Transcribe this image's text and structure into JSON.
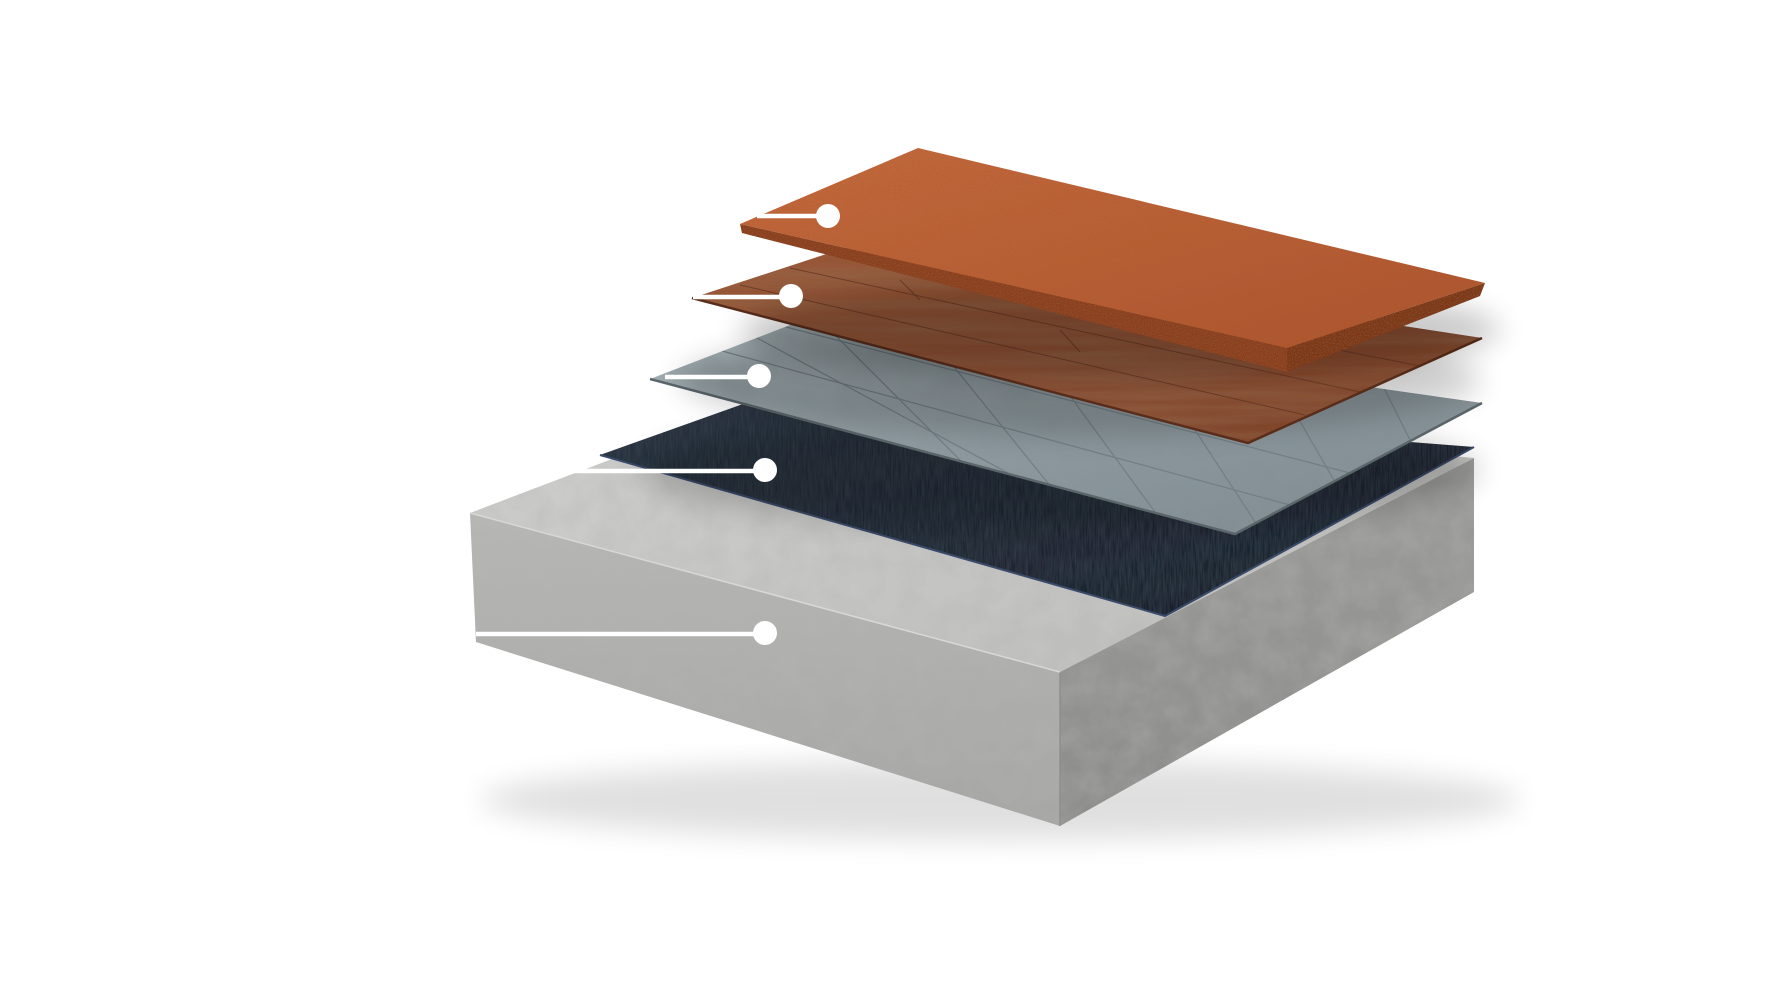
{
  "diagram": {
    "layers": [
      {
        "key": "carpet",
        "material": "carpet",
        "color": "#b5582f"
      },
      {
        "key": "wood",
        "material": "wood-planks",
        "color": "#8a4e34"
      },
      {
        "key": "tile",
        "material": "stone-tiles",
        "color": "#8d9aa0"
      },
      {
        "key": "membrane",
        "material": "dark-membrane",
        "color": "#232a33"
      },
      {
        "key": "concrete",
        "material": "concrete-slab",
        "color": "#b9b9b9"
      }
    ],
    "callout_color": "#ffffff"
  }
}
